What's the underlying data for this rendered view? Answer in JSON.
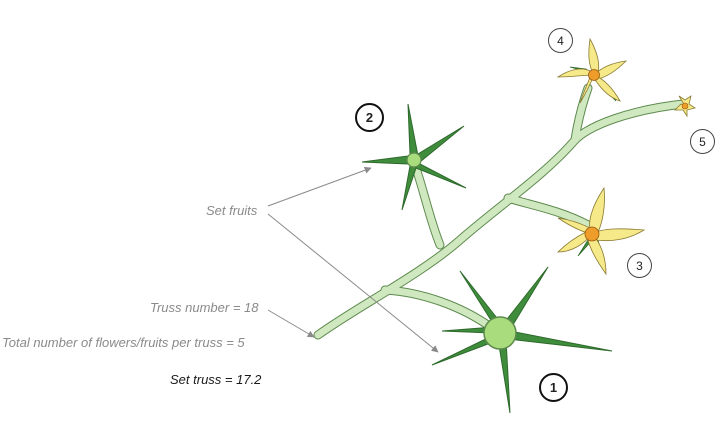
{
  "labels": {
    "set_fruits": "Set fruits",
    "truss_number": "Truss number = 18",
    "total_flowers": "Total number of flowers/fruits per truss = 5",
    "set_truss": "Set truss = 17.2"
  },
  "markers": [
    {
      "label": "1",
      "kind": "set fruit",
      "style": "bold"
    },
    {
      "label": "2",
      "kind": "set fruit",
      "style": "bold"
    },
    {
      "label": "3",
      "kind": "flower",
      "style": "thin"
    },
    {
      "label": "4",
      "kind": "flower",
      "style": "thin"
    },
    {
      "label": "5",
      "kind": "flower bud",
      "style": "thin"
    }
  ],
  "colors": {
    "stem": "#cfe8c0",
    "stem_outline": "#5e8a4e",
    "sepal": "#3f8d3c",
    "sepal_dark": "#2d6a2b",
    "fruit": "#a8dc7c",
    "petal": "#f6e98a",
    "petal_outline": "#8a7a30",
    "flower_center": "#ef9d2a",
    "arrow": "#8a8a8a"
  }
}
